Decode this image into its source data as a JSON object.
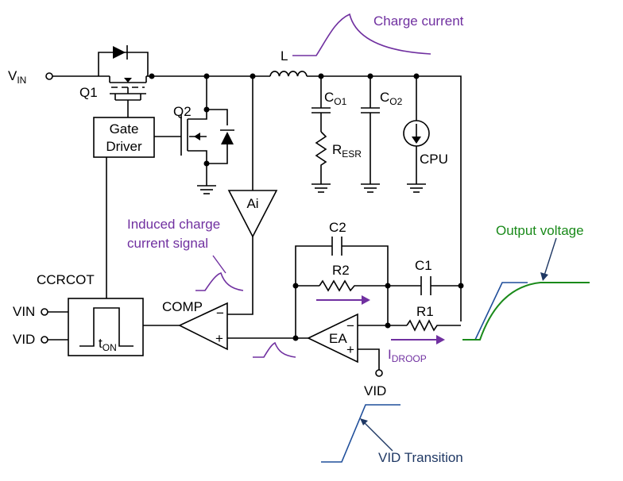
{
  "labels": {
    "vin_main": "V",
    "vin_main_sub": "IN",
    "q1": "Q1",
    "q2": "Q2",
    "gate_driver_line1": "Gate",
    "gate_driver_line2": "Driver",
    "inductor": "L",
    "co1": "C",
    "co1_sub": "O1",
    "co2": "C",
    "co2_sub": "O2",
    "resr": "R",
    "resr_sub": "ESR",
    "cpu": "CPU",
    "ai": "Ai",
    "ccrcot": "CCRCOT",
    "vin_ctrl": "VIN",
    "vid_ctrl": "VID",
    "ton": "t",
    "ton_sub": "ON",
    "comp": "COMP",
    "comp_minus": "−",
    "comp_plus": "+",
    "c2": "C2",
    "r2": "R2",
    "c1": "C1",
    "r1": "R1",
    "ea": "EA",
    "ea_minus": "−",
    "ea_plus": "+",
    "vid_pin": "VID",
    "idroop": "I",
    "idroop_sub": "DROOP"
  },
  "annotations": {
    "charge_current": "Charge current",
    "induced_line1": "Induced charge",
    "induced_line2": "current signal",
    "output_voltage": "Output voltage",
    "vid_transition": "VID Transition"
  },
  "colors": {
    "circuit": "#000000",
    "annotation_purple": "#7030a0",
    "output_green": "#1a8a1a",
    "vid_navy": "#1f3864",
    "vid_waveform_blue": "#1f4e9a"
  }
}
